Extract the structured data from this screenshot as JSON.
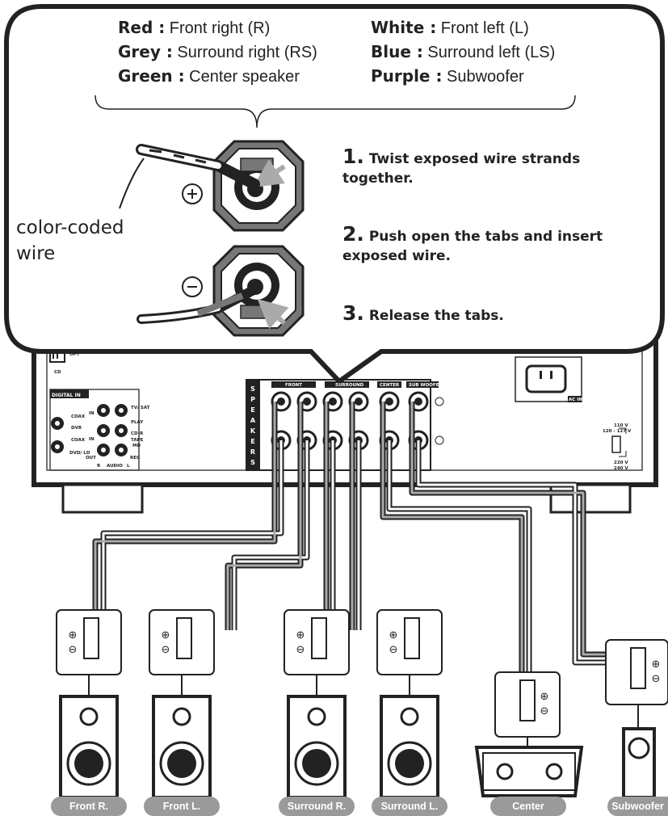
{
  "color_codes": [
    {
      "color": "Red",
      "sep": " :",
      "desc": " Front right (R)"
    },
    {
      "color": "Grey",
      "sep": " :",
      "desc": " Surround right (RS)"
    },
    {
      "color": "Green",
      "sep": " :",
      "desc": " Center speaker"
    },
    {
      "color": "White",
      "sep": " :",
      "desc": " Front left (L)"
    },
    {
      "color": "Blue",
      "sep": " :",
      "desc": " Surround left (LS)"
    },
    {
      "color": "Purple",
      "sep": " :",
      "desc": " Subwoofer"
    }
  ],
  "wire_label_line1": "color-coded",
  "wire_label_line2": "wire",
  "steps": [
    {
      "num": "1.",
      "line1": "Twist exposed wire strands",
      "line2": "together."
    },
    {
      "num": "2.",
      "line1": "Push open the tabs and insert",
      "line2": "exposed wire."
    },
    {
      "num": "3.",
      "line1": "Release the tabs.",
      "line2": ""
    }
  ],
  "panel": {
    "opt": "OPT",
    "cd": "CD",
    "digital_in": "DIGITAL IN",
    "coax1": "COAX",
    "dvr": "DVR",
    "coax2": "COAX",
    "dvd_ld": "DVD/ LD",
    "tv_sat": "TV/ SAT",
    "play": "PLAY",
    "cdr": "CD-R",
    "tape": "TAPE",
    "md": "MD",
    "in1": "IN",
    "in2": "IN",
    "out": "OUT",
    "r": "R",
    "l": "L",
    "audio": "AUDIO",
    "rec": "REC",
    "speakers_letters": [
      "S",
      "P",
      "E",
      "A",
      "K",
      "E",
      "R",
      "S"
    ],
    "front": "FRONT",
    "surround": "SURROUND",
    "center": "CENTER",
    "subwoofer": "SUB WOOFER",
    "ac_in": "AC IN",
    "v110": "110 V",
    "v120": "120 - 127 V",
    "v220": "220 V",
    "v240": "240 V"
  },
  "speakers": [
    "Front R.",
    "Front L.",
    "Surround R.",
    "Surround L.",
    "Center",
    "Subwoofer"
  ]
}
